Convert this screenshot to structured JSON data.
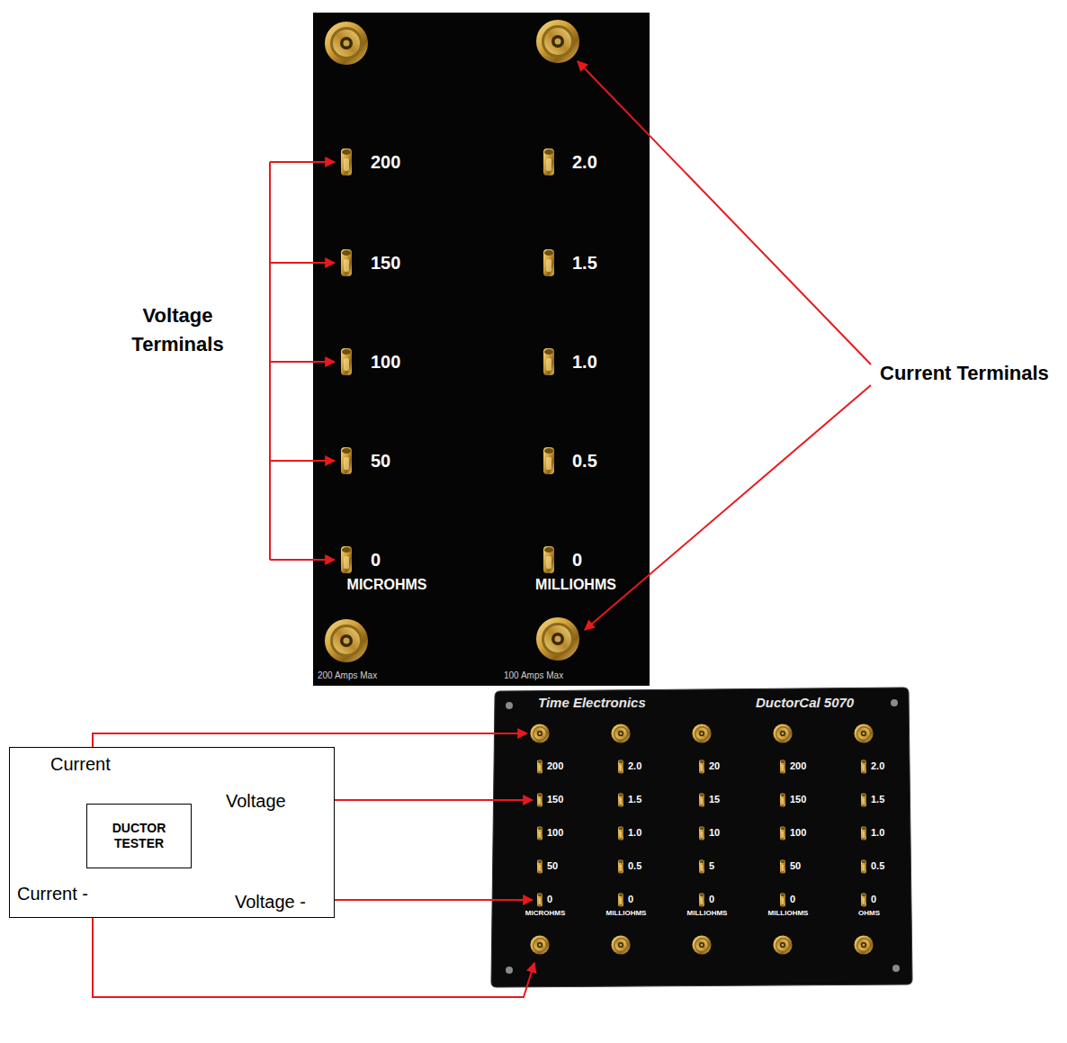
{
  "diagram": {
    "nodes": [
      {
        "text": [
          "Current",
          "Voltage",
          "Current -",
          "Voltage -"
        ]
      },
      {
        "text": [
          "DUCTOR TESTER"
        ],
        "in": 0
      }
    ],
    "labels": [
      "Voltage Terminals",
      "Current Terminals",
      "200",
      "150",
      "100",
      "50",
      "0",
      "MICROHMS",
      "2.0",
      "1.5",
      "1.0",
      "0.5",
      "0",
      "MILLIOHMS",
      "200 Amps Max",
      "100 Amps Max",
      "Time Electronics",
      "DuctorCal 5070",
      "200",
      "150",
      "100",
      "50",
      "0",
      "MICROHMS",
      "2.0",
      "1.5",
      "1.0",
      "0.5",
      "0",
      "MILLIOHMS",
      "20",
      "15",
      "10",
      "5",
      "0",
      "MILLIOHMS",
      "200",
      "150",
      "100",
      "50",
      "0",
      "MILLIOHMS",
      "2.0",
      "1.5",
      "1.0",
      "0.5",
      "0",
      "OHMS"
    ]
  }
}
